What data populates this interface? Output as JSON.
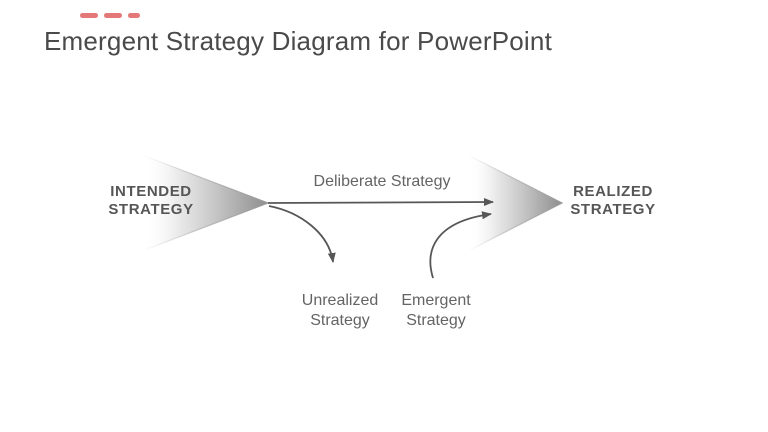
{
  "slide": {
    "title": "Emergent Strategy Diagram for PowerPoint",
    "labels": {
      "intended_line1": "INTENDED",
      "intended_line2": "STRATEGY",
      "realized_line1": "REALIZED",
      "realized_line2": "STRATEGY",
      "deliberate": "Deliberate Strategy",
      "unrealized_line1": "Unrealized",
      "unrealized_line2": "Strategy",
      "emergent_line1": "Emergent",
      "emergent_line2": "Strategy"
    },
    "colors": {
      "background": "#ffffff",
      "title_text": "#4a4a4a",
      "stage_text": "#565656",
      "flow_text": "#646464",
      "arrow_stroke": "#575757",
      "cone_dark": "#8e8e8e",
      "cone_edge": "#9a9a9a",
      "red_marker": "#e06060"
    }
  }
}
